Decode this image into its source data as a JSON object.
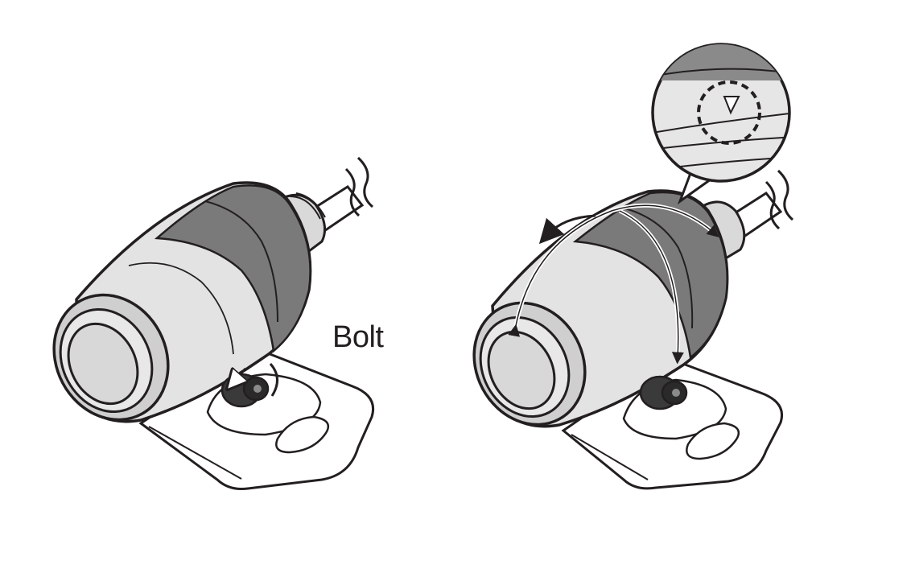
{
  "labels": {
    "bolt": "Bolt"
  },
  "colors": {
    "outline": "#231f20",
    "light_body": "#e3e3e3",
    "mid_body": "#cfcfcf",
    "dark_band": "#7a7a7a",
    "bolt": "#333333",
    "background": "#ffffff"
  },
  "icons": [
    "camera-body",
    "mounting-bracket",
    "hex-bolt",
    "rotation-arrow",
    "magnifier-callout"
  ]
}
